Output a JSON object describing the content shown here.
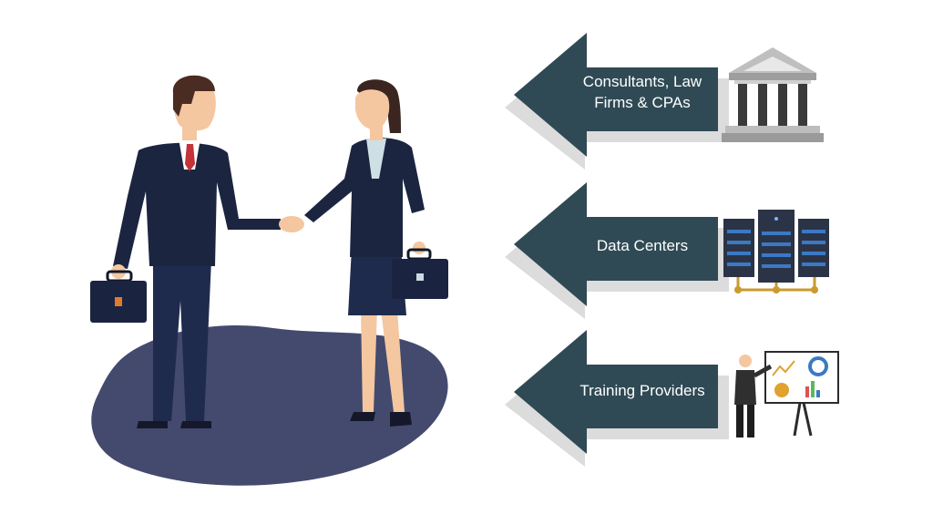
{
  "arrows": [
    {
      "label_line1": "Consultants, Law",
      "label_line2": "Firms & CPAs",
      "icon": "bank-building-icon"
    },
    {
      "label": "Data Centers",
      "icon": "server-racks-icon"
    },
    {
      "label": "Training Providers",
      "icon": "presenter-chart-icon"
    }
  ],
  "colors": {
    "arrow_fill": "#2f4a55",
    "arrow_shadow": "#dcdcdc",
    "suit_navy": "#1b2540",
    "skin": "#f4c7a1",
    "ground_blob": "#434a6e",
    "server_blue": "#3b79c4",
    "gold_accent": "#c99a2e"
  }
}
